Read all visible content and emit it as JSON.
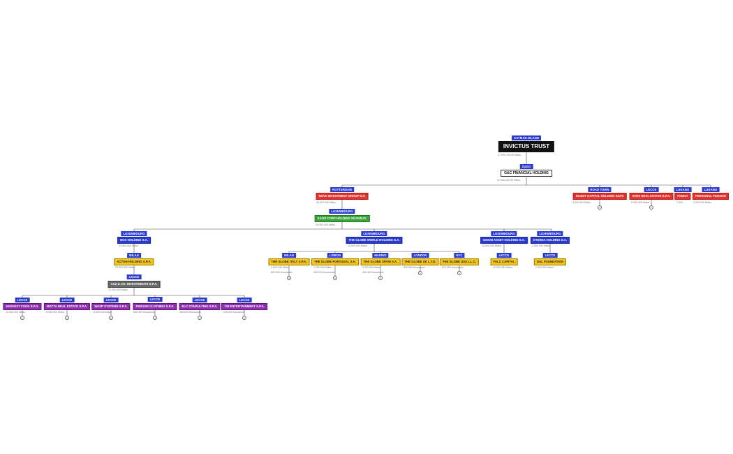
{
  "root": {
    "location": "CAYMAN ISLAND",
    "name": "INVICTUS TRUST",
    "amount": "37.000.100,00 Milion"
  },
  "financial": {
    "location": "ZUGO",
    "name": "G&C FINANCIAL HOLDING",
    "amount": "37.000.100,00 Milion"
  },
  "nova": {
    "location": "ROTTERDAM",
    "name": "NOVA INVESTMENT GROUP N.V.",
    "amount": "36.000.000 Milion"
  },
  "kaos": {
    "location": "LUXEMBOURG",
    "name": "KAOS CORP HOLDING SO.PAR.FI.",
    "amount": "35.200.000 Milion"
  },
  "silent": {
    "location": "ROAD TOWN",
    "name": "SILENT CAPITAL HOLDING SCPS",
    "amount": "3.000.000 Milion",
    "badge": "2"
  },
  "vars": {
    "location": "LECCE",
    "name": "VARS REAL ESTATE S.P.A.",
    "amount": "5.000.000 Milion",
    "badge": "1"
  },
  "family": {
    "location": "LUGANO",
    "name": "FAMILY",
    "amount": "1.000..."
  },
  "personal": {
    "location": "LUGANO",
    "name": "PERSONAL FINANCE",
    "amount": "1.000.000 Milion"
  },
  "nox": {
    "location": "LUXEMBOURG",
    "name": "NOX HOLDING S.A.",
    "amount": "20.000.000 Milion"
  },
  "acton": {
    "location": "MILAN",
    "name": "ACTON HOLDING S.P.A.",
    "amount": "25.000.000 Milion"
  },
  "acz": {
    "location": "LECCE",
    "name": "ACZ & CO. INVESTMENTS S.P.A.",
    "amount": "22.000.000 Milion"
  },
  "globe": {
    "location": "LUXEMBOURG",
    "name": "THE GLOBE WORLD HOLDING S.A.",
    "amount": "10.000.000 Milion"
  },
  "union": {
    "location": "LUXEMBOURG",
    "name": "UNION ASSET HOLDING S.A.",
    "amount": "10.000.000 Milion"
  },
  "eterna": {
    "location": "LUXEMBOURG",
    "name": "ETERNA HOLDING S.A.",
    "amount": "2.000.000 Milion"
  },
  "falc": {
    "location": "LECCE",
    "name": "FALC CAPITAL",
    "amount": "10.000.000 Milion"
  },
  "dal": {
    "location": "LECCE",
    "name": "DAL FOUNDATION",
    "amount": "2.000.000 Milion"
  },
  "globe_children": [
    {
      "location": "MILAN",
      "name": "THE GLOBE ITALY S.P.A.",
      "amount": "4.000.000 Milion",
      "sub": "800.000 thousands",
      "badge": "1"
    },
    {
      "location": "LISBON",
      "name": "THE GLOBE PORTUGAL S.A.",
      "amount": "1.200.000 Milion",
      "sub": "300.000 thousands",
      "badge": "1"
    },
    {
      "location": "MADRID",
      "name": "THE GLOBE SPAIN S.A.",
      "amount": "4.000.000 Milion",
      "sub": "400.000 thousands",
      "badge": "1"
    },
    {
      "location": "LONDON",
      "name": "THE GLOBE UK L.T.D.",
      "amount": "500.000 thousands",
      "badge": "1"
    },
    {
      "location": "NYC",
      "name": "THE GLOBE USA L.L.C.",
      "amount": "500.000 thousands",
      "badge": "1"
    }
  ],
  "acz_children": [
    {
      "location": "LECCE",
      "name": "HARVEST FOOD S.P.A.",
      "amount": "10.000.000 Milion",
      "badge": "1"
    },
    {
      "location": "LECCE",
      "name": "NOCTA REAL ESTATE S.P.A.",
      "amount": "5.000.000 Milion",
      "badge": "1"
    },
    {
      "location": "LECCE",
      "name": "WASP SYSTEMS S.P.A.",
      "amount": "6.000.000 Milion",
      "badge": "1"
    },
    {
      "location": "LECCE",
      "name": "FINESSE CLOTHING S.P.A.",
      "amount": "800.000 thousands",
      "badge": "1"
    },
    {
      "location": "LECCE",
      "name": "ELC CONSULTING S.P.A.",
      "amount": "300.000 thousands",
      "badge": "1"
    },
    {
      "location": "LECCE",
      "name": "730 ENTERTAINMENT S.P.A.",
      "amount": "200.000 thousands",
      "badge": "1"
    }
  ],
  "colors": {
    "location": "#2a3bd0",
    "red": "#e3342f",
    "green": "#3aa33a",
    "yellow": "#f5c518",
    "gray": "#6b6b6b",
    "purple": "#8e2fb0"
  }
}
